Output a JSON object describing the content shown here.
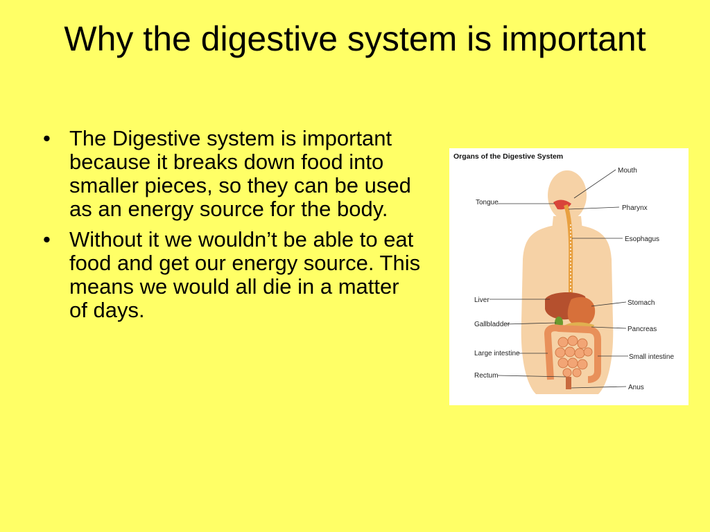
{
  "slide": {
    "title": "Why the digestive system is important",
    "bullets": [
      "The Digestive system is important because it breaks down food into smaller pieces, so they can be used as an energy source for the body.",
      "Without it we wouldn’t be able to eat food and get our energy source. This means we would all die in a matter of days."
    ],
    "bullet_glyph": "•"
  },
  "figure": {
    "title": "Organs of the Digestive System",
    "labels": {
      "mouth": "Mouth",
      "tongue": "Tongue",
      "pharynx": "Pharynx",
      "esophagus": "Esophagus",
      "liver": "Liver",
      "stomach": "Stomach",
      "gallbladder": "Gallbladder",
      "pancreas": "Pancreas",
      "large_intestine": "Large intestine",
      "small_intestine": "Small intestine",
      "rectum": "Rectum",
      "anus": "Anus"
    }
  },
  "colors": {
    "background": "#FFFF66",
    "skin": "#F6D2A6",
    "esophagus": "#E8A040",
    "liver": "#B5502E",
    "stomach": "#D7703A",
    "intestine": "#E8905A"
  }
}
